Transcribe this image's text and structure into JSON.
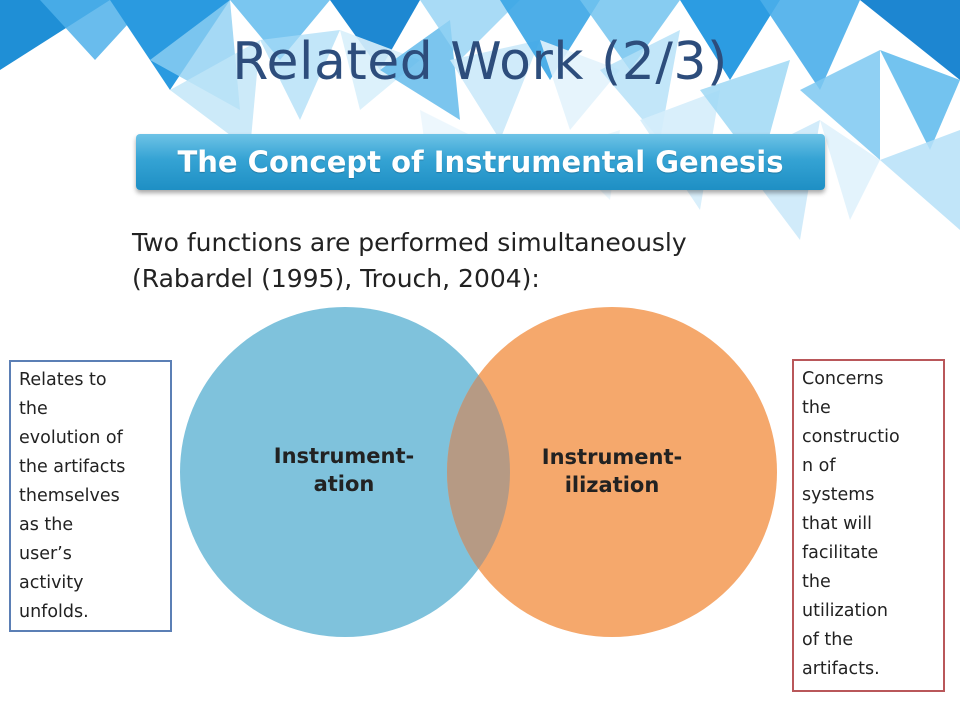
{
  "slide": {
    "title": "Related Work (2/3)",
    "subtitle": "The Concept of Instrumental Genesis",
    "intro_lines": [
      "Two functions are performed simultaneously",
      "(Rabardel (1995), Trouch, 2004):"
    ]
  },
  "venn": {
    "left_label_lines": [
      "Instrument-",
      "ation"
    ],
    "right_label_lines": [
      "Instrument-",
      "ilization"
    ],
    "left_color": "#7fc2dc",
    "right_color": "#f5a86c",
    "overlap_color": "#b69a84"
  },
  "notes": {
    "left_lines": [
      "Relates to",
      "the",
      "evolution of",
      "the artifacts",
      "themselves",
      "as the",
      "user’s",
      "activity",
      "unfolds."
    ],
    "right_lines": [
      "Concerns",
      "the",
      "constructio",
      "n of",
      "systems",
      "that will",
      "facilitate",
      "the",
      "utilization",
      "of the",
      "artifacts."
    ],
    "left_border_color": "#5b7fb5",
    "right_border_color": "#b9575a"
  },
  "theme": {
    "title_color": "#2d4d7c",
    "banner_color": "#2b9ad0"
  }
}
